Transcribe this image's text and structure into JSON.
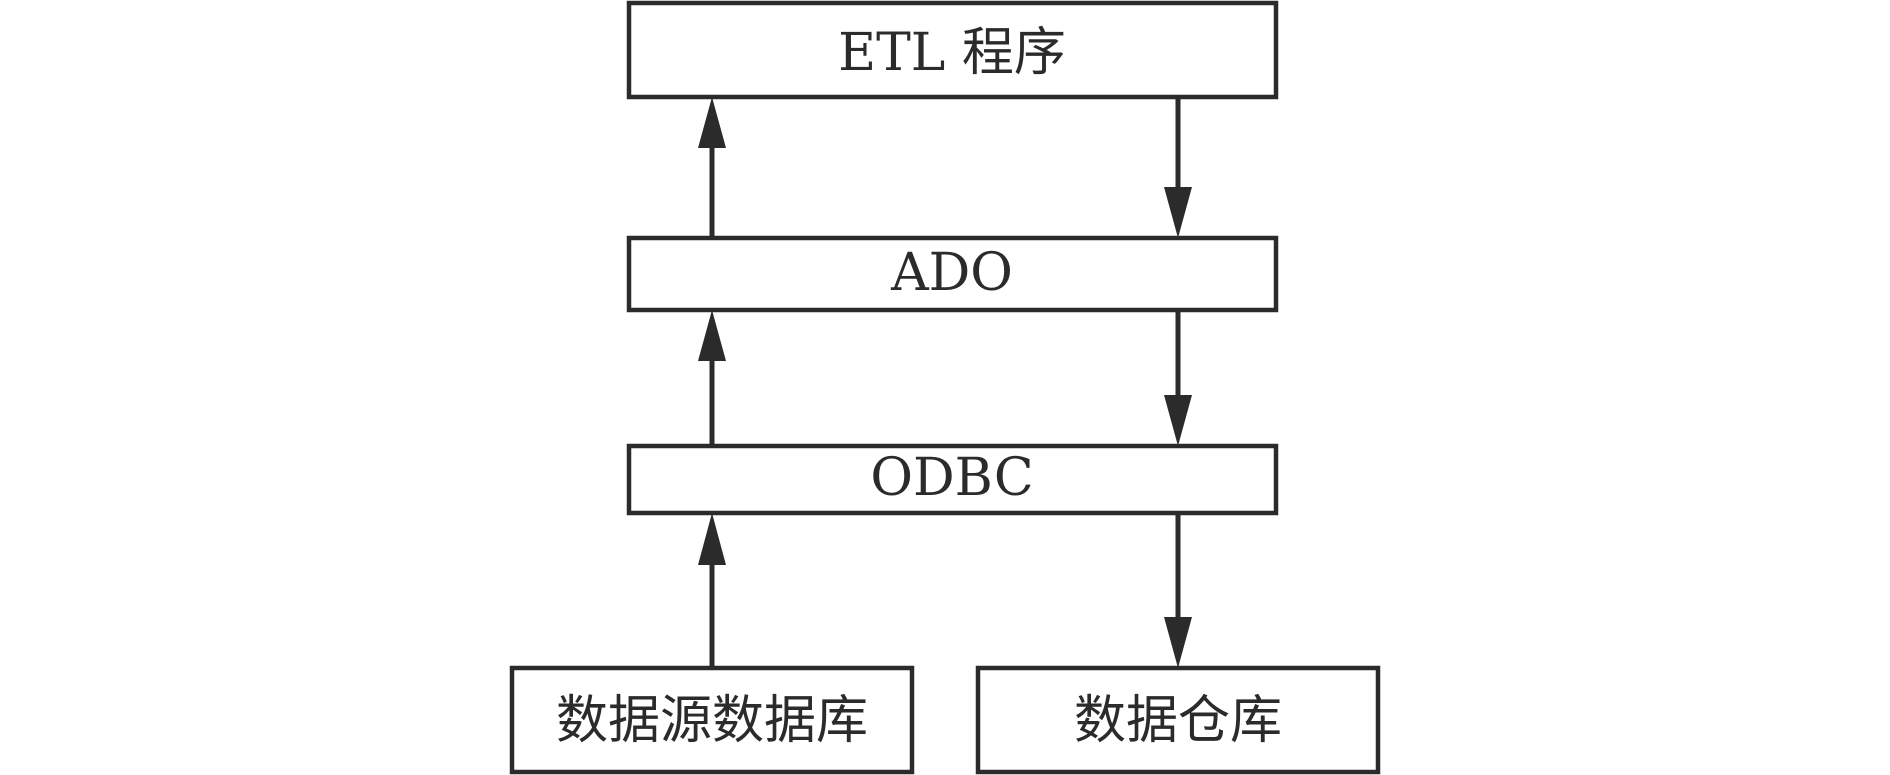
{
  "diagram": {
    "nodes": {
      "etl": "ETL 程序",
      "ado": "ADO",
      "odbc": "ODBC",
      "source_db": "数据源数据库",
      "warehouse": "数据仓库"
    },
    "colors": {
      "stroke": "#2b2b2b",
      "background": "#ffffff"
    }
  }
}
